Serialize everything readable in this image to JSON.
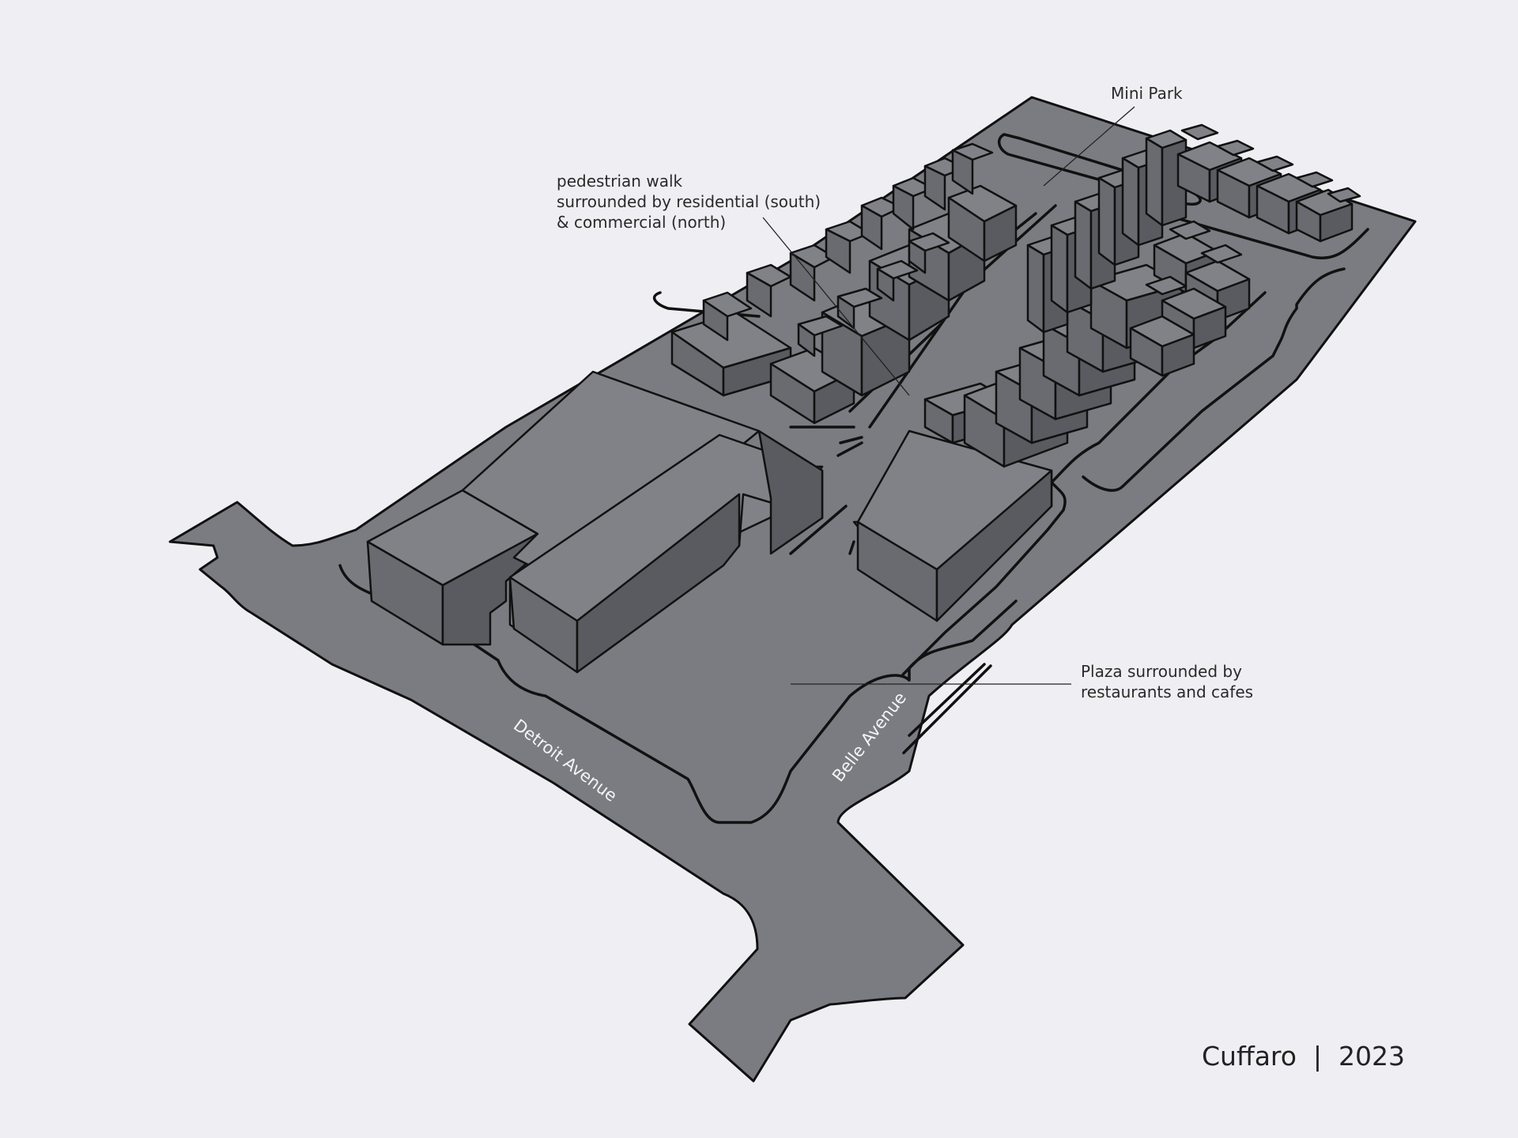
{
  "annotations": {
    "mini_park": "Mini Park",
    "pedestrian_walk": [
      "pedestrian walk",
      "surrounded by residential (south)",
      "& commercial (north)"
    ],
    "plaza": [
      "Plaza surrounded by",
      "restaurants and cafes"
    ]
  },
  "streets": {
    "detroit": "Detroit Avenue",
    "belle": "Belle Avenue"
  },
  "credit": {
    "text": "Cuffaro  |  2023"
  },
  "colors": {
    "background": "#efeff3",
    "ground": "#7b7c82",
    "outline": "#111111"
  }
}
